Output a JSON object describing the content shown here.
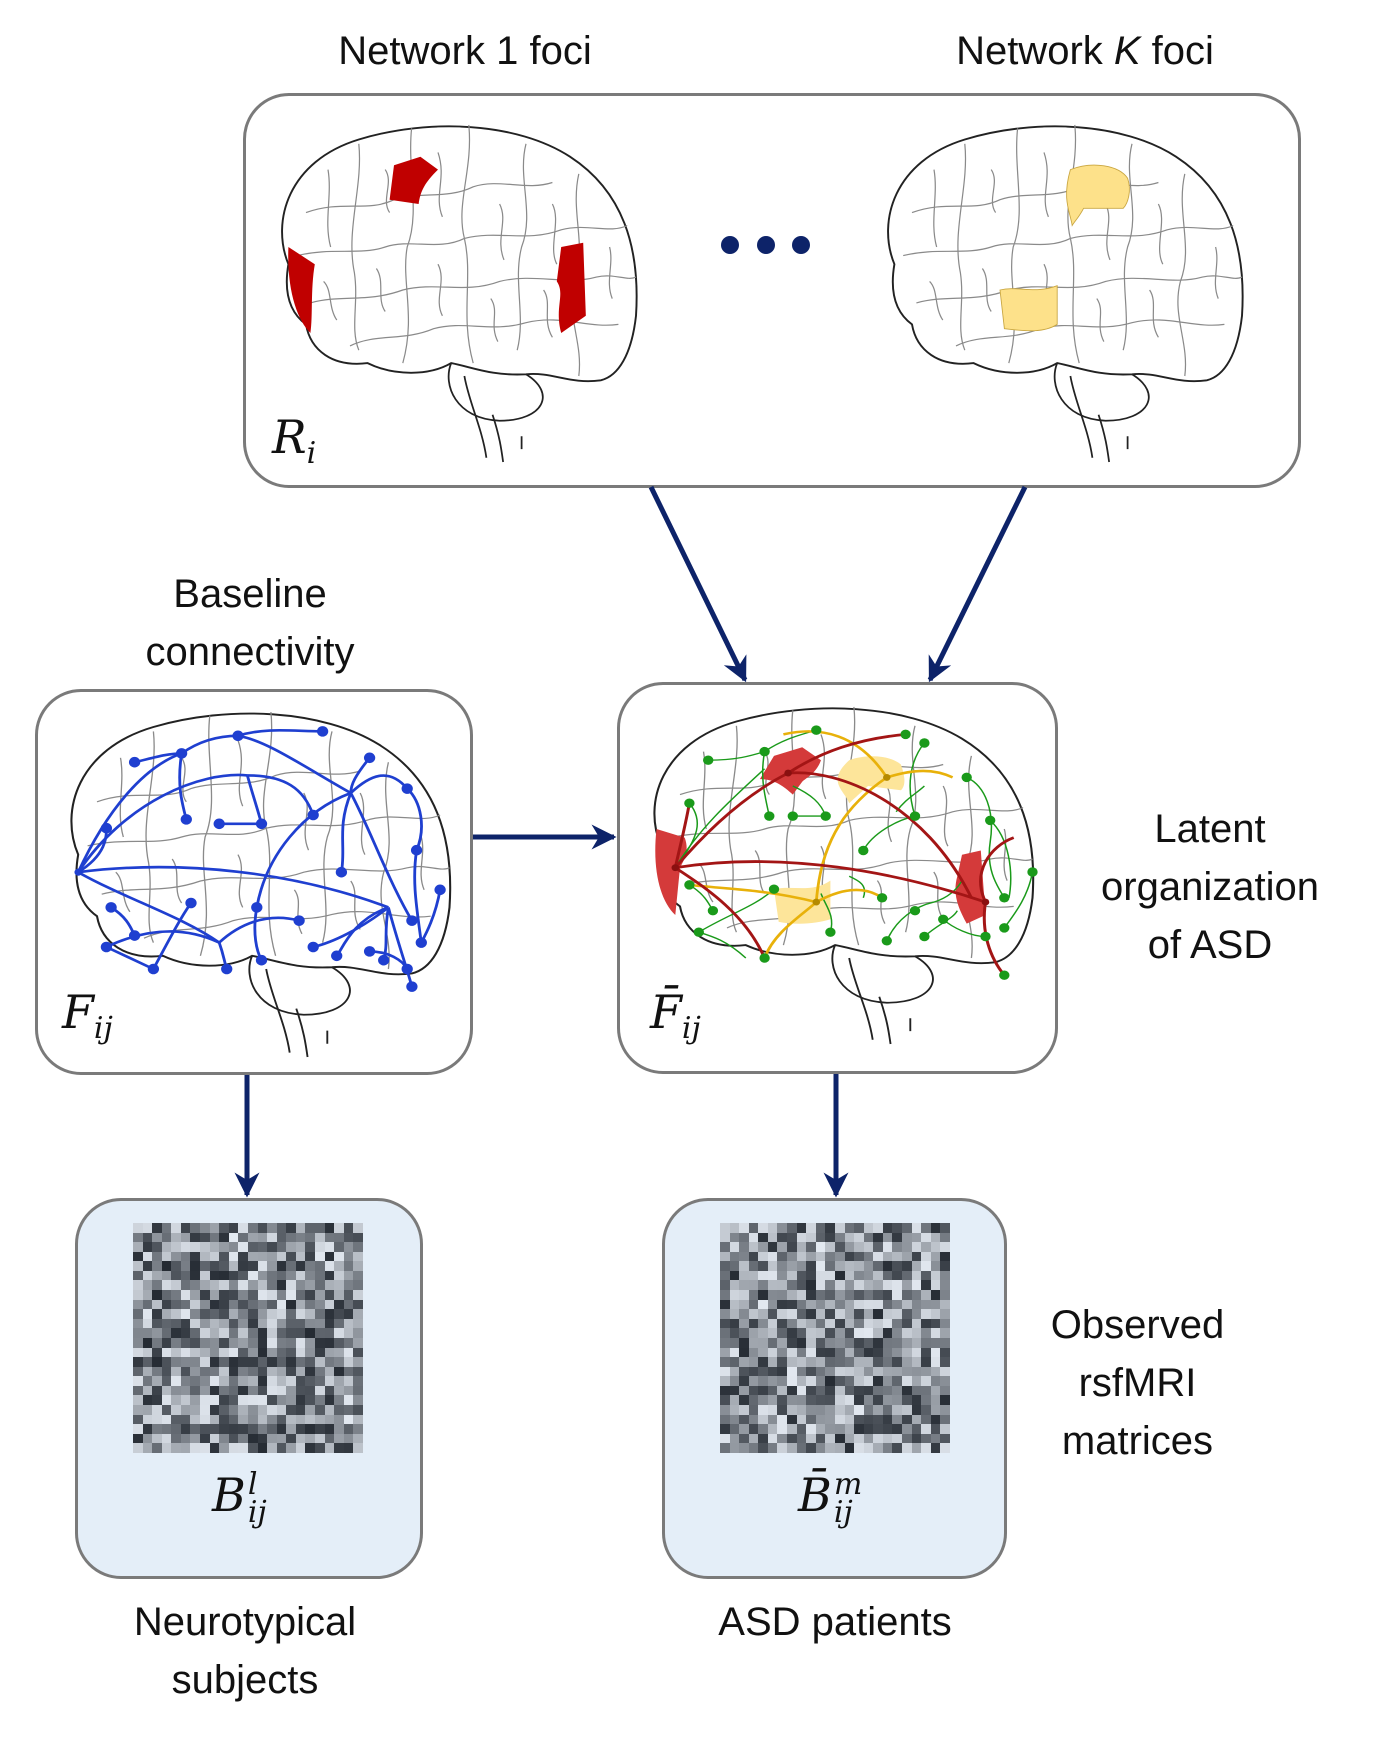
{
  "figure": {
    "top": {
      "title_network1": "Network 1 foci",
      "title_networkK_prefix": "Network ",
      "title_networkK_var": "K",
      "title_networkK_suffix": " foci",
      "label_var": "R",
      "label_sub": "i",
      "ellipsis": "• • •",
      "network1_color": "#c00000",
      "networkK_color": "#fde18a"
    },
    "baseline": {
      "caption_line1": "Baseline",
      "caption_line2": "connectivity",
      "label_var": "F",
      "label_sub": "ij",
      "edge_color": "#1f3fd0"
    },
    "latent": {
      "caption_line1": "Latent",
      "caption_line2": "organization",
      "caption_line3": "of ASD",
      "label_var": "F̄",
      "label_sub": "ij",
      "colors": {
        "network1": "#a31515",
        "networkK": "#e8b10a",
        "baseline": "#1a9a1a",
        "focus_red": "#d43a3a",
        "focus_yellow": "#fde59a"
      }
    },
    "observed": {
      "caption_line1": "Observed",
      "caption_line2": "rsfMRI",
      "caption_line3": "matrices",
      "neurotypical": {
        "label_var": "B",
        "label_sup": "l",
        "label_sub": "ij",
        "caption_line1": "Neurotypical",
        "caption_line2": "subjects"
      },
      "asd": {
        "label_var": "B̄",
        "label_sup": "m",
        "label_sub": "ij",
        "caption_line1": "ASD patients"
      },
      "matrix_size": 24
    },
    "arrow_color": "#0d2369",
    "box_border": "#7a7a7a",
    "matrix_box_bg": "#e4eef8"
  }
}
